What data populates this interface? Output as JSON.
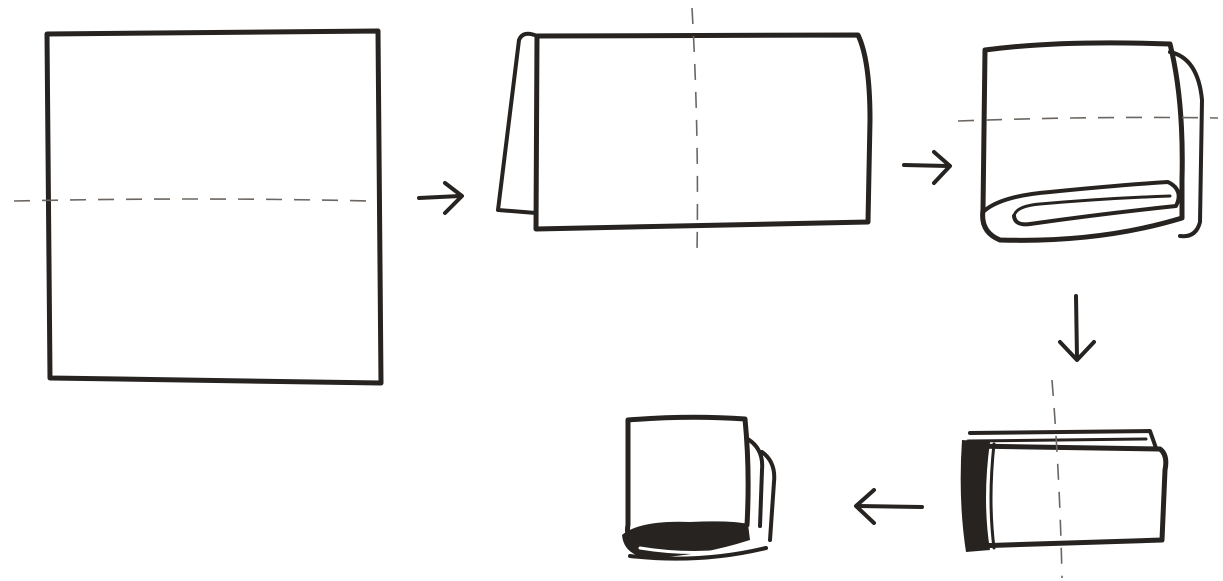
{
  "diagram": {
    "description_kind": "hand-drawn folding instructions",
    "steps": [
      {
        "id": "step-1",
        "shape": "square sheet",
        "fold_line": "horizontal"
      },
      {
        "id": "step-2",
        "shape": "folded in half",
        "fold_line": "vertical"
      },
      {
        "id": "step-3",
        "shape": "folded in quarters",
        "fold_line": "horizontal"
      },
      {
        "id": "step-4",
        "shape": "folded in eighths",
        "fold_line": "vertical"
      },
      {
        "id": "step-5",
        "shape": "folded small square",
        "fold_line": "none"
      }
    ],
    "arrows": [
      {
        "id": "arrow-1-2",
        "direction": "right"
      },
      {
        "id": "arrow-2-3",
        "direction": "right"
      },
      {
        "id": "arrow-3-4",
        "direction": "down"
      },
      {
        "id": "arrow-4-5",
        "direction": "left"
      }
    ]
  },
  "colors": {
    "ink": "#262321",
    "fold_line": "#6b6661",
    "background": "#ffffff"
  }
}
